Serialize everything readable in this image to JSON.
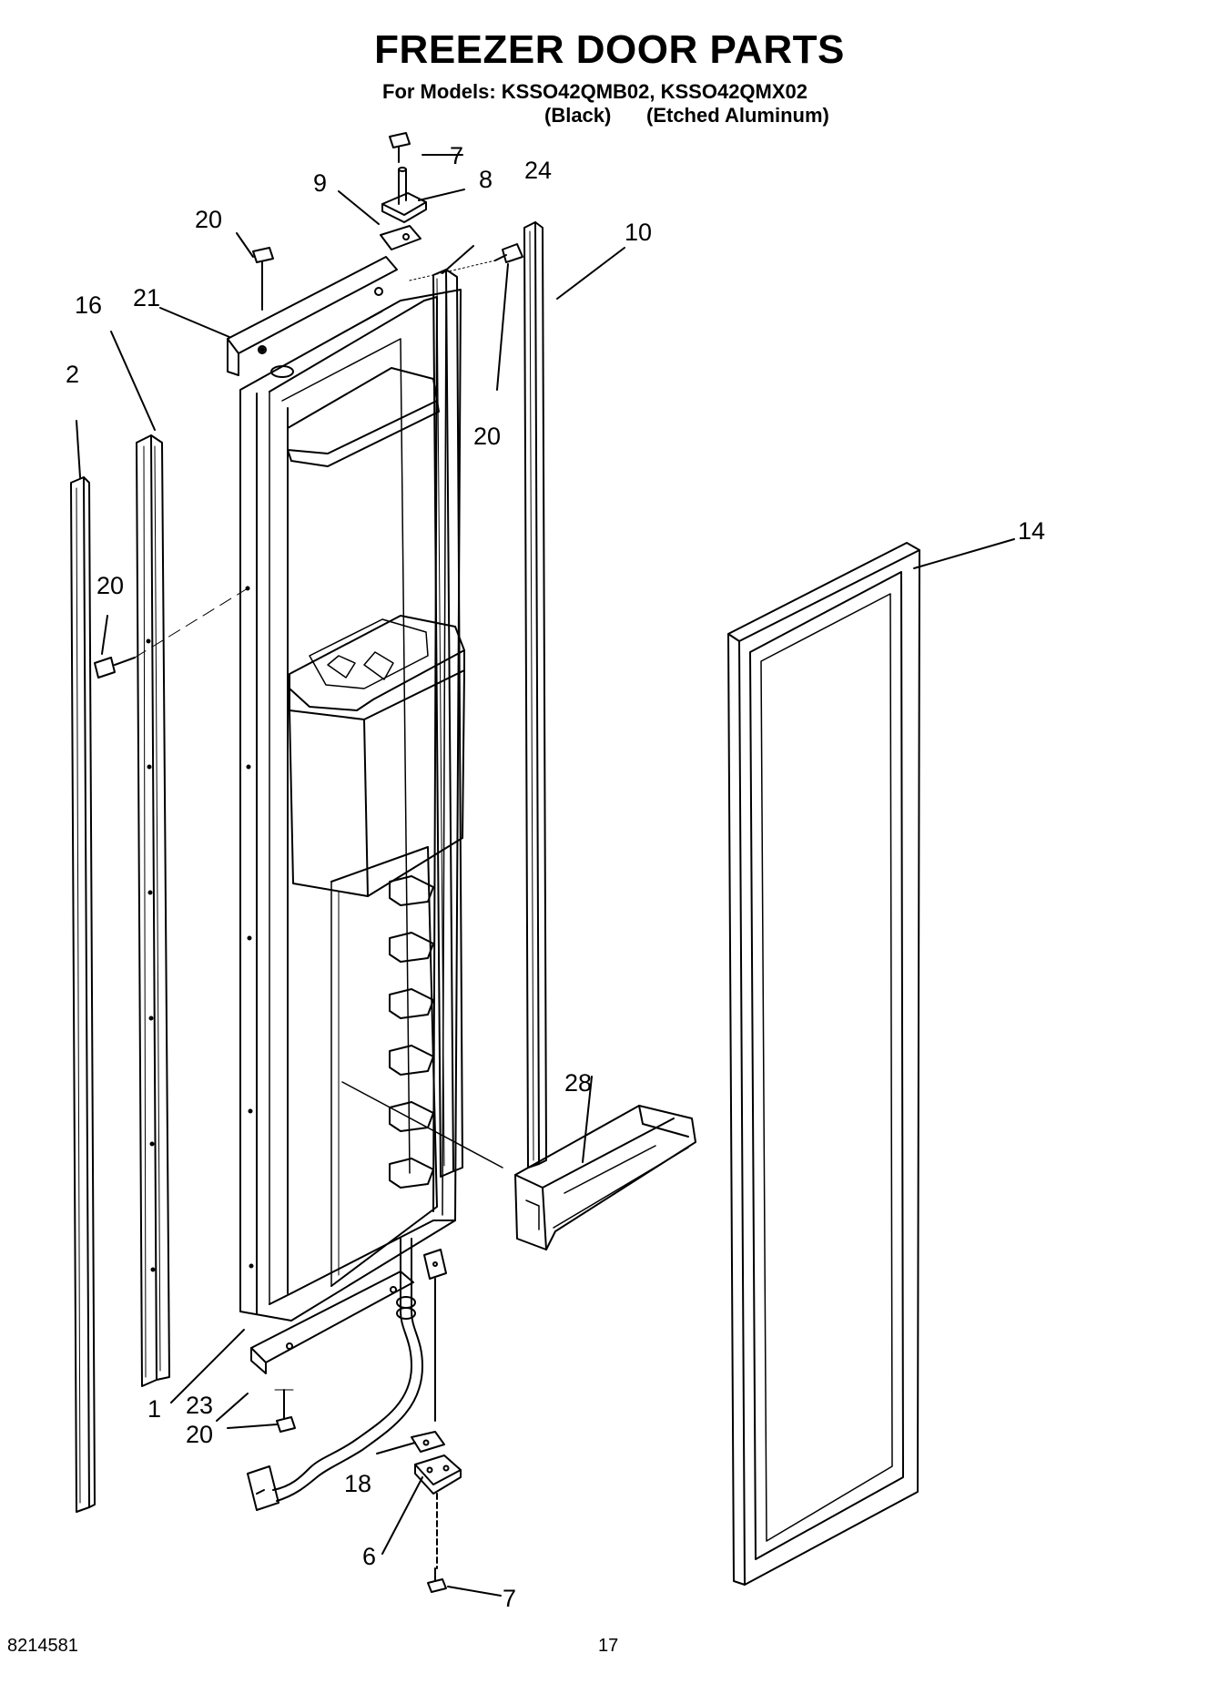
{
  "header": {
    "title": "FREEZER DOOR PARTS",
    "models_line": "For Models: KSSO42QMB02, KSSO42QMX02",
    "variant_1": "(Black)",
    "variant_2": "(Etched Aluminum)"
  },
  "callouts": [
    "7",
    "8",
    "9",
    "24",
    "20",
    "10",
    "21",
    "16",
    "2",
    "20",
    "14",
    "20",
    "28",
    "1",
    "23",
    "20",
    "18",
    "6",
    "7"
  ],
  "footer": {
    "doc_number": "8214581",
    "page_number": "17"
  }
}
